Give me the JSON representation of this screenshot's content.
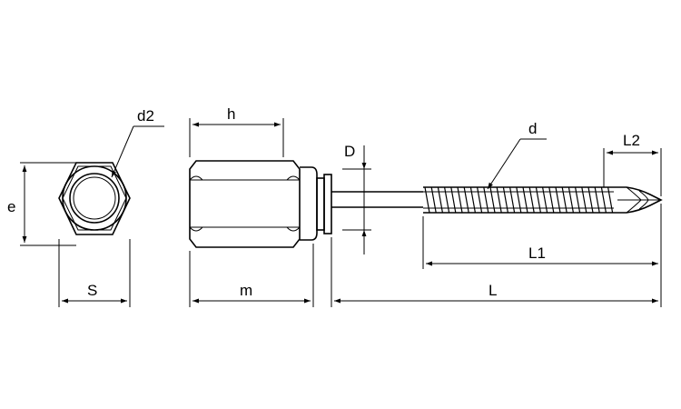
{
  "labels": {
    "d2": "d2",
    "h": "h",
    "e": "e",
    "S": "S",
    "m": "m",
    "D": "D",
    "d": "d",
    "L2": "L2",
    "L1": "L1",
    "L": "L"
  },
  "colors": {
    "line": "#000000",
    "background": "#ffffff"
  }
}
